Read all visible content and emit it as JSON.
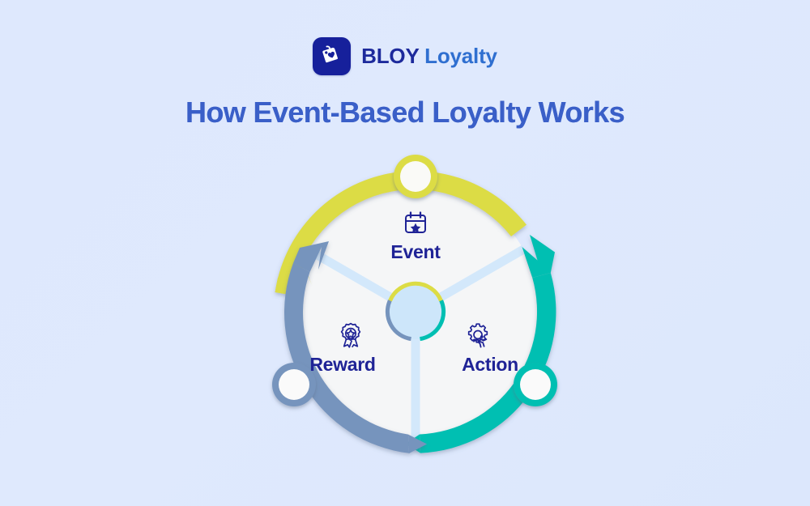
{
  "brand": {
    "name_primary": "BLOY",
    "name_secondary": "Loyalty",
    "logo_icon": "price-tag-heart-icon",
    "logo_bg_color": "#16209b"
  },
  "headline": {
    "text": "How Event-Based Loyalty Works",
    "color": "#3a5fc8"
  },
  "background": {
    "color": "#dce7fc"
  },
  "diagram": {
    "type": "cycle",
    "center_hub": {
      "fill_color": "#cde6fa",
      "ring_segments": [
        "#dcdc45",
        "#00bfb2",
        "#7694bd"
      ]
    },
    "inner_disc_color": "#f5f6f7",
    "spoke_color": "#d3e8fb",
    "steps": [
      {
        "label": "Event",
        "icon": "calendar-star-icon",
        "arc_color": "#dcdc45",
        "node_color": "#dcdc45",
        "node_fill": "#fafaf7",
        "position": "top"
      },
      {
        "label": "Action",
        "icon": "gear-runner-icon",
        "arc_color": "#00bfb2",
        "node_color": "#00bfb2",
        "node_fill": "#fafafa",
        "position": "bottom-right"
      },
      {
        "label": "Reward",
        "icon": "award-ribbon-star-icon",
        "arc_color": "#7694bd",
        "node_color": "#7694bd",
        "node_fill": "#fafafa",
        "position": "bottom-left"
      }
    ],
    "label_color": "#1f2396",
    "icon_color": "#1f2396"
  }
}
